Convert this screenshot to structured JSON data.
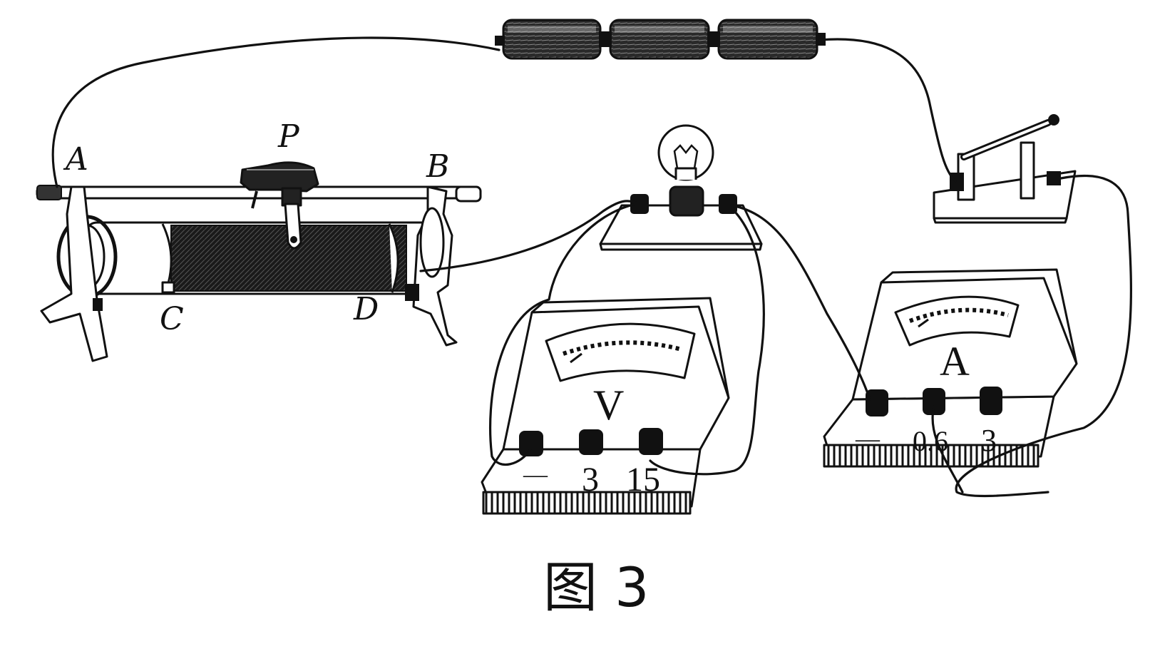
{
  "rheostat": {
    "labels": {
      "a": "A",
      "b": "B",
      "c": "C",
      "d": "D",
      "p": "P"
    }
  },
  "voltmeter": {
    "letter": "V",
    "terminals": [
      "—",
      "3",
      "15"
    ]
  },
  "ammeter": {
    "letter": "A",
    "terminals": [
      "—",
      "0.6",
      "3"
    ]
  },
  "caption": "图 3"
}
